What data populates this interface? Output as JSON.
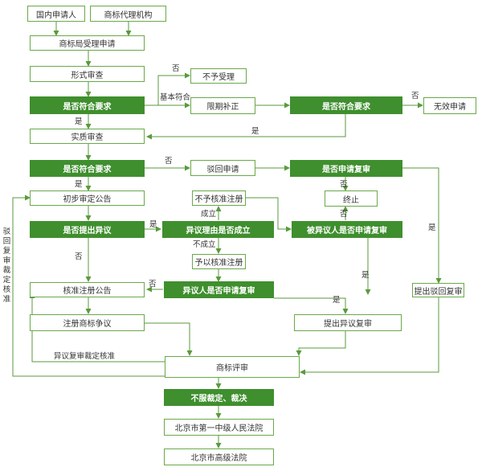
{
  "colors": {
    "green": "#3f8f2e",
    "border": "#6aa94a",
    "line": "#5a9a3d"
  },
  "nodes": {
    "applicant_domestic": "国内申请人",
    "agent": "商标代理机构",
    "office_accept": "商标局受理申请",
    "formal_review": "形式审查",
    "meets_req_1": "是否符合要求",
    "not_accepted": "不予受理",
    "correct_deadline": "限期补正",
    "meets_req_2": "是否符合要求",
    "invalid_application": "无效申请",
    "substantive_review": "实质审查",
    "meets_req_3": "是否符合要求",
    "reject_application": "驳回申请",
    "apply_review_q": "是否申请复审",
    "prelim_announce": "初步审定公告",
    "refuse_registration": "不予核准注册",
    "terminate": "终止",
    "opposition_filed_q": "是否提出异议",
    "opposition_valid_q": "异议理由是否成立",
    "opposed_review_q": "被异议人是否申请复审",
    "approve_registration": "予以核准注册",
    "opponent_review_q": "异议人是否申请复审",
    "approval_announce": "核准注册公告",
    "reg_dispute": "注册商标争议",
    "opposition_review_req": "提出异议复审",
    "reject_review_req": "提出驳回复审",
    "board_review": "商标评审",
    "dissatisfied": "不服裁定、裁决",
    "beijing_first": "北京市第一中级人民法院",
    "beijing_high": "北京市高级法院"
  },
  "labels": {
    "no": "否",
    "yes": "是",
    "basically_meets": "基本符合",
    "valid": "成立",
    "invalid": "不成立",
    "opposition_approved": "异议复审裁定核准",
    "reject_review_approved": "驳回复审裁定核准"
  }
}
